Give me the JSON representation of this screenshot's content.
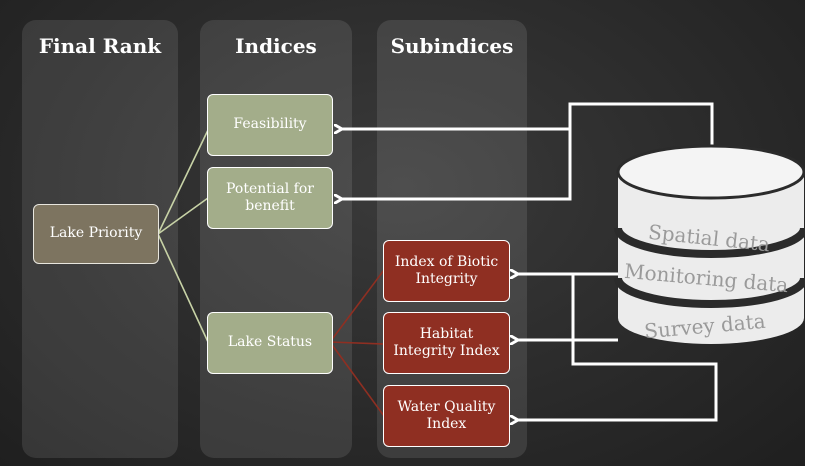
{
  "columns": {
    "final_rank": "Final Rank",
    "indices": "Indices",
    "subindices": "Subindices"
  },
  "nodes": {
    "lake_priority": "Lake Priority",
    "feasibility": "Feasibility",
    "potential_for_benefit": "Potential for benefit",
    "lake_status": "Lake Status",
    "index_of_biotic_integrity": "Index of Biotic Integrity",
    "habitat_integrity_index": "Habitat Integrity Index",
    "water_quality_index": "Water Quality Index"
  },
  "database": {
    "labels": [
      "Spatial data",
      "Monitoring data",
      "Survey data"
    ]
  },
  "colors": {
    "green_box": "#a3ad8a",
    "gray_box": "#7d7460",
    "red_box": "#8f2f22",
    "green_connector": "#c7d2a6",
    "red_connector": "#8f2f22",
    "arrow": "#ffffff"
  }
}
